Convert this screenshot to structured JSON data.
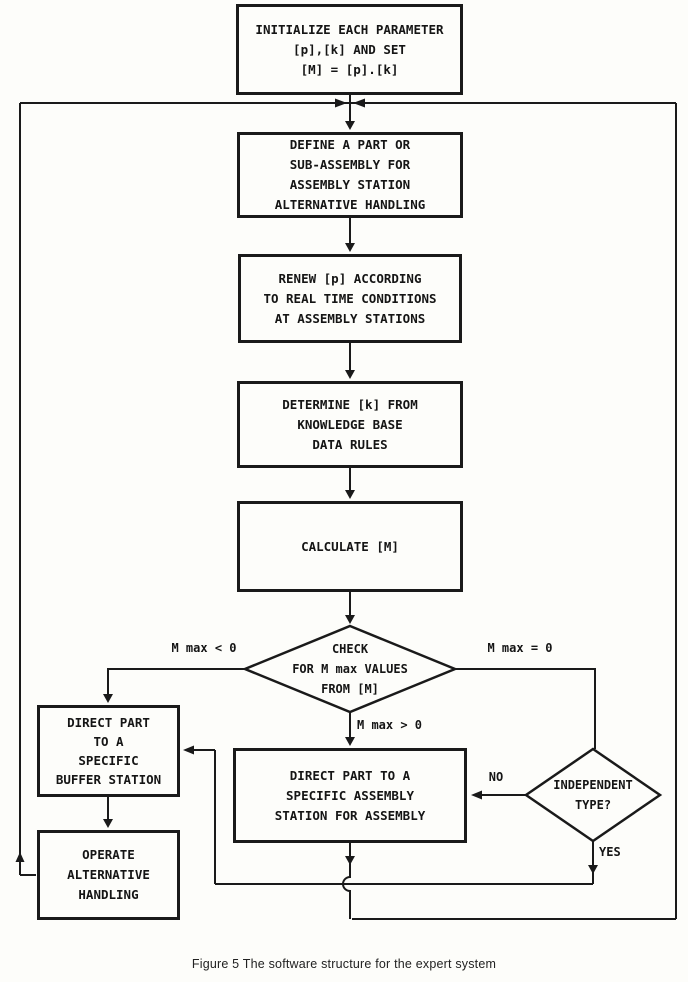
{
  "figure": {
    "caption": "Figure 5 The software structure for the expert system",
    "ink_color": "#1a1a1a",
    "background_color": "#fdfdfa"
  },
  "nodes": {
    "initialize": {
      "type": "process",
      "lines": [
        "INITIALIZE EACH PARAMETER",
        "[p],[k] AND SET",
        "[M] = [p].[k]"
      ]
    },
    "define": {
      "type": "process",
      "lines": [
        "DEFINE A PART OR",
        "SUB-ASSEMBLY FOR",
        "ASSEMBLY STATION",
        "ALTERNATIVE HANDLING"
      ]
    },
    "renew": {
      "type": "process",
      "lines": [
        "RENEW [p] ACCORDING",
        "TO REAL TIME CONDITIONS",
        "AT ASSEMBLY STATIONS"
      ]
    },
    "determine": {
      "type": "process",
      "lines": [
        "DETERMINE [k] FROM",
        "KNOWLEDGE BASE",
        "DATA RULES"
      ]
    },
    "calculate": {
      "type": "process",
      "lines": [
        "CALCULATE [M]"
      ]
    },
    "check": {
      "type": "decision",
      "lines": [
        "CHECK",
        "FOR M max VALUES",
        "FROM [M]"
      ]
    },
    "buffer": {
      "type": "process",
      "lines": [
        "DIRECT PART",
        "TO A",
        "SPECIFIC",
        "BUFFER STATION"
      ]
    },
    "operate": {
      "type": "process",
      "lines": [
        "OPERATE",
        "ALTERNATIVE",
        "HANDLING"
      ]
    },
    "assembly": {
      "type": "process",
      "lines": [
        "DIRECT PART TO A",
        "SPECIFIC ASSEMBLY",
        "STATION FOR ASSEMBLY"
      ]
    },
    "independent": {
      "type": "decision",
      "lines": [
        "INDEPENDENT",
        "TYPE?"
      ]
    }
  },
  "edge_labels": {
    "m_max_lt_0": "M max < 0",
    "m_max_eq_0": "M max = 0",
    "m_max_gt_0": "M max > 0",
    "no": "NO",
    "yes": "YES"
  }
}
